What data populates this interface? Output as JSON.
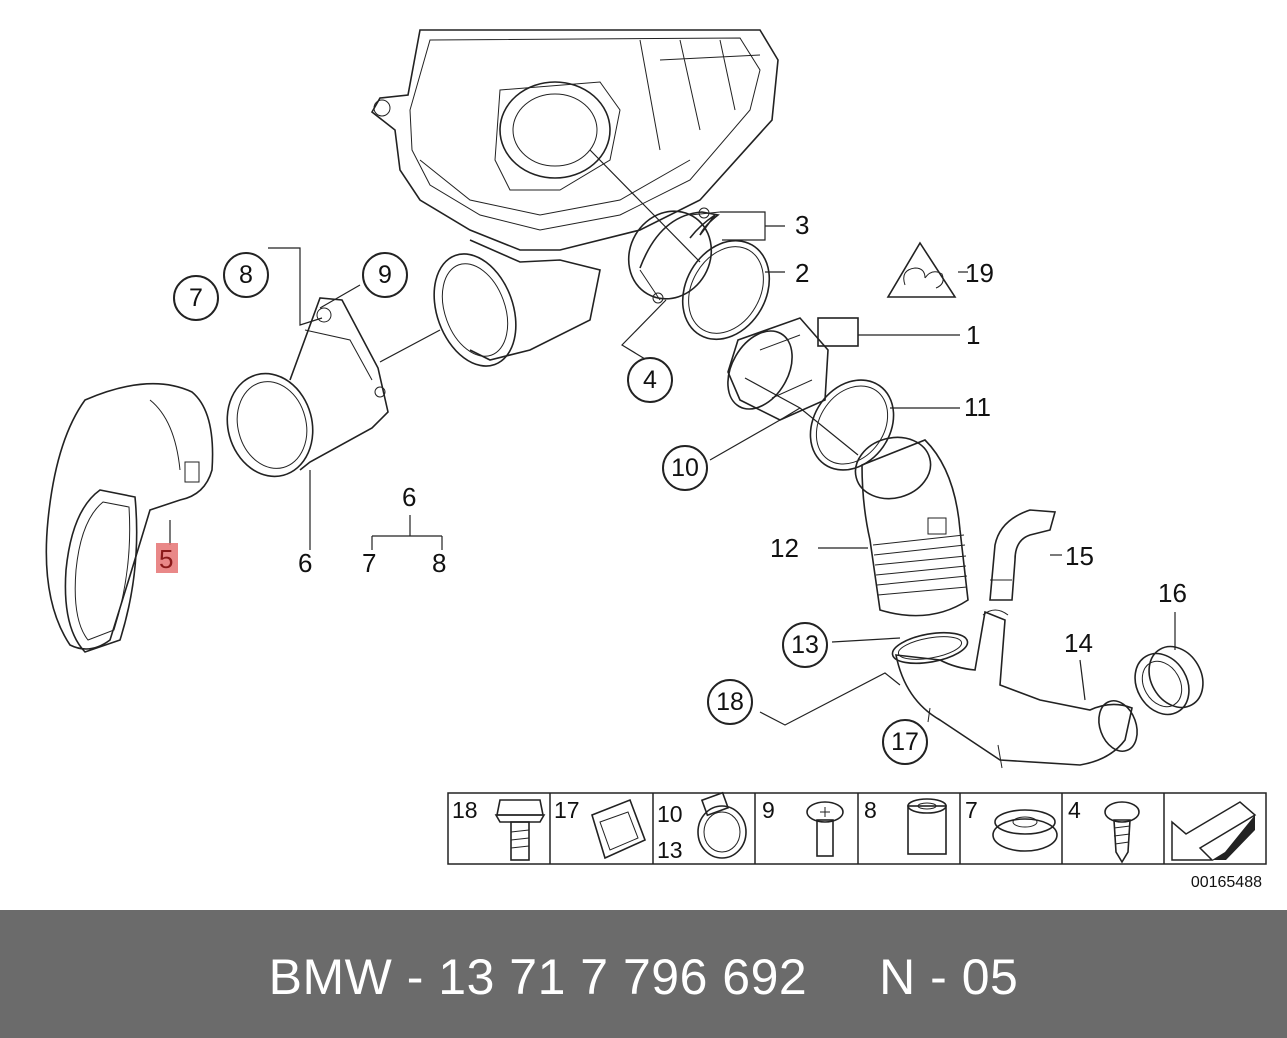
{
  "diagram": {
    "callouts": {
      "c1": "1",
      "c2": "2",
      "c3": "3",
      "c4": "4",
      "c5": "5",
      "c6": "6",
      "c7": "7",
      "c8": "8",
      "c9": "9",
      "c10": "10",
      "c11": "11",
      "c12": "12",
      "c13": "13",
      "c14": "14",
      "c15": "15",
      "c16": "16",
      "c17": "17",
      "c18": "18",
      "c19": "19",
      "g6": "6",
      "g7": "7",
      "g8": "8"
    },
    "highlight_color": "#e57373",
    "parts_table": {
      "cells": [
        {
          "labels": [
            "18"
          ],
          "icon": "bolt-icon"
        },
        {
          "labels": [
            "17"
          ],
          "icon": "clip-nut-icon"
        },
        {
          "labels": [
            "10",
            "13"
          ],
          "icon": "hose-clamp-icon"
        },
        {
          "labels": [
            "9"
          ],
          "icon": "screw-icon"
        },
        {
          "labels": [
            "8"
          ],
          "icon": "sleeve-icon"
        },
        {
          "labels": [
            "7"
          ],
          "icon": "grommet-icon"
        },
        {
          "labels": [
            "4"
          ],
          "icon": "tapping-screw-icon"
        },
        {
          "labels": [],
          "icon": "arrow-icon"
        }
      ]
    },
    "diagram_id": "00165488"
  },
  "footer": {
    "text": "BMW - 13 71 7 796 692     N - 05"
  }
}
